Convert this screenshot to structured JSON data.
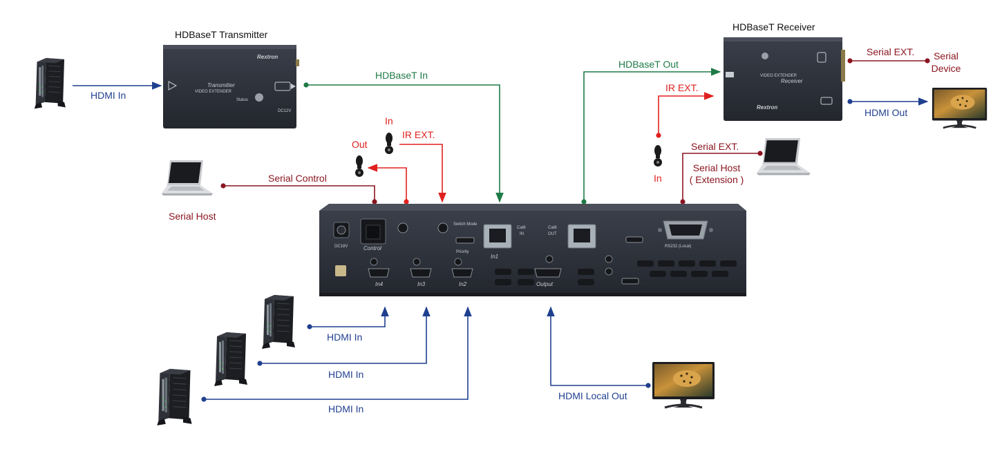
{
  "devices": {
    "transmitter": {
      "title": "HDBaseT Transmitter",
      "brand": "Rextron",
      "face_line1": "Transmitter",
      "face_line2": "VIDEO EXTENDER",
      "status": "Status",
      "dc": "DC12V"
    },
    "receiver": {
      "title": "HDBaseT Receiver",
      "brand": "Rextron",
      "face_line1": "Receiver",
      "face_line2": "VIDEO EXTENDER"
    },
    "main_unit": {
      "dc": "DC18V",
      "control": "Control",
      "in1": "In1",
      "in2": "In2",
      "in3": "In3",
      "in4": "In4",
      "output": "Output",
      "cat_in": "Cat6",
      "cat_in_sub": "IN",
      "cat_out": "Cat6",
      "cat_out_sub": "OUT",
      "rs232": "RS232 (Local)",
      "switch_mode": "Switch Mode",
      "priority": "Priority"
    }
  },
  "labels": {
    "hdmi_in_tx": "HDMI In",
    "hdbaset_in": "HDBaseT In",
    "hdbaset_out": "HDBaseT Out",
    "serial_ext_rx": "Serial EXT.",
    "serial_device_1": "Serial",
    "serial_device_2": "Device",
    "ir_ext_rx": "IR EXT.",
    "hdmi_out_rx": "HDMI Out",
    "ir_in_main": "In",
    "ir_ext_main": "IR EXT.",
    "ir_out_main": "Out",
    "serial_control": "Serial Control",
    "serial_host": "Serial Host",
    "ir_in_right": "In",
    "serial_ext_right": "Serial EXT.",
    "serial_host_ext_1": "Serial Host",
    "serial_host_ext_2": "( Extension )",
    "hdmi_in_1": "HDMI In",
    "hdmi_in_2": "HDMI In",
    "hdmi_in_3": "HDMI In",
    "hdmi_local_out": "HDMI Local Out"
  },
  "colors": {
    "hdmi": "#1f3f8f",
    "hdbaset": "#1e7a46",
    "ir": "#e0201e",
    "serial": "#8a1520"
  },
  "icons": [
    "pc-tower-icon",
    "laptop-icon",
    "monitor-icon",
    "ir-sensor-icon"
  ]
}
